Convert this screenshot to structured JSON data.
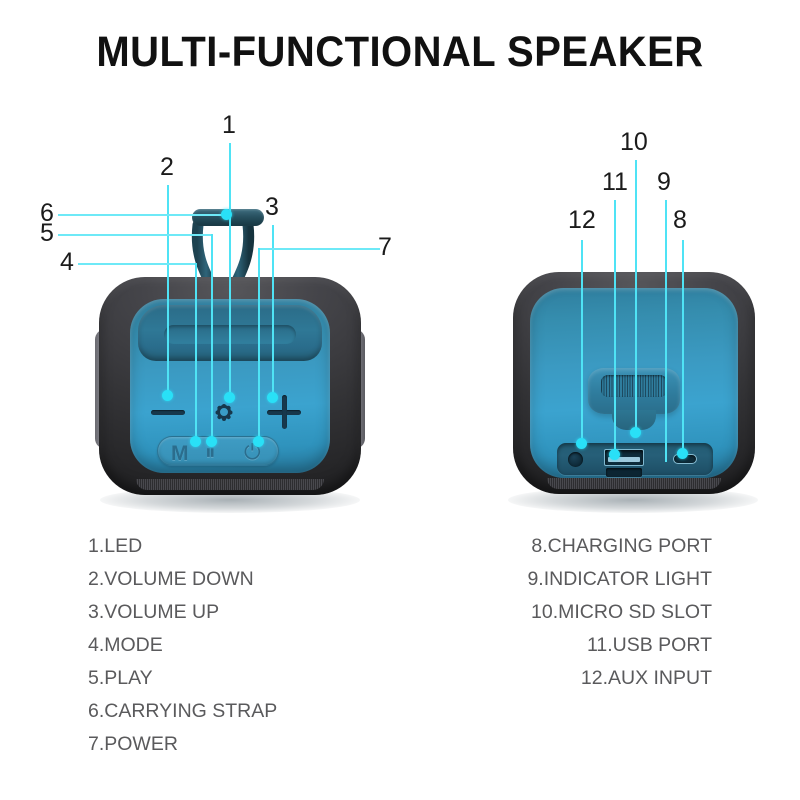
{
  "title": "MULTI-FUNCTIONAL SPEAKER",
  "colors": {
    "accent_cyan": "#29e0f7",
    "leader_line": "#6ee9f7",
    "body_blue": "#3b9ac2",
    "bumper_dark": "#3a3a3c",
    "legend_text": "#5a5a5c",
    "title_text": "#111111"
  },
  "callouts": {
    "front": [
      {
        "num": "1"
      },
      {
        "num": "2"
      },
      {
        "num": "3"
      },
      {
        "num": "4"
      },
      {
        "num": "5"
      },
      {
        "num": "6"
      },
      {
        "num": "7"
      }
    ],
    "back": [
      {
        "num": "8"
      },
      {
        "num": "9"
      },
      {
        "num": "10"
      },
      {
        "num": "11"
      },
      {
        "num": "12"
      }
    ]
  },
  "front_view": {
    "controls": {
      "volume_down_icon": "minus-icon",
      "led_icon": "sun-icon",
      "volume_up_icon": "plus-icon",
      "mode_label": "M",
      "play_label": "⏸",
      "power_label": "⏻"
    }
  },
  "back_view": {
    "ports": {
      "aux_icon": "aux-jack-icon",
      "usb_icon": "usb-a-port-icon",
      "sd_icon": "micro-sd-slot-icon",
      "typec_icon": "usb-c-port-icon",
      "radiator_icon": "passive-radiator-icon"
    }
  },
  "legend_left": [
    "1.LED",
    "2.VOLUME DOWN",
    "3.VOLUME UP",
    "4.MODE",
    "5.PLAY",
    "6.CARRYING STRAP",
    "7.POWER"
  ],
  "legend_right": [
    "8.CHARGING PORT",
    "9.INDICATOR LIGHT",
    "10.MICRO SD SLOT",
    "11.USB PORT",
    "12.AUX INPUT"
  ]
}
